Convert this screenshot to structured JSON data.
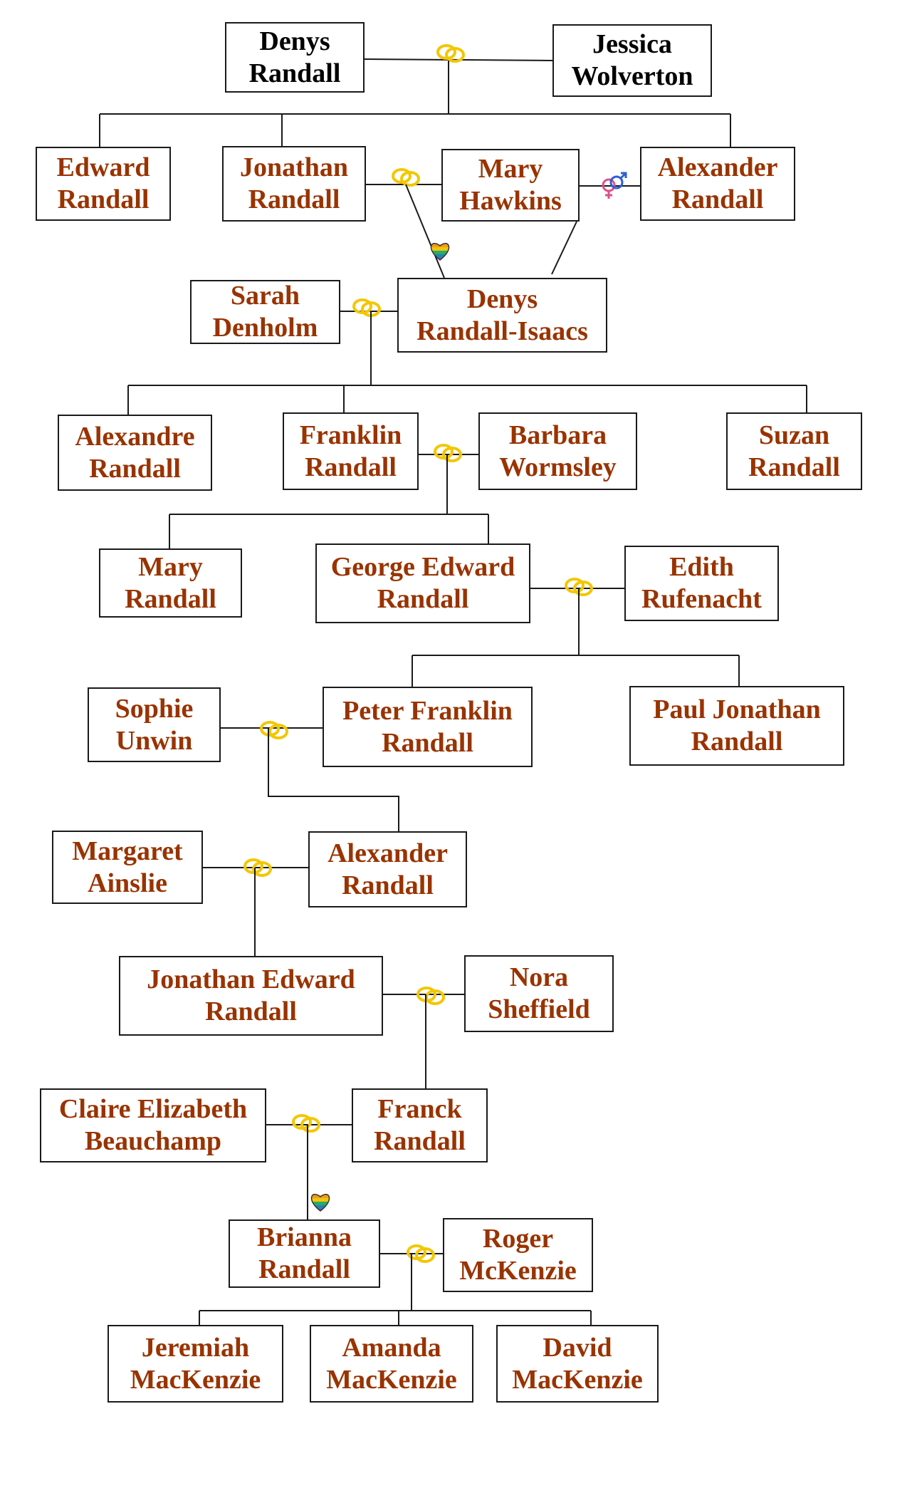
{
  "people": [
    {
      "id": "denys",
      "line1": "Denys",
      "line2": "Randall"
    },
    {
      "id": "jessica",
      "line1": "Jessica",
      "line2": "Wolverton"
    },
    {
      "id": "edward",
      "line1": "Edward",
      "line2": "Randall"
    },
    {
      "id": "jonathan",
      "line1": "Jonathan",
      "line2": "Randall"
    },
    {
      "id": "mary-h",
      "line1": "Mary",
      "line2": "Hawkins"
    },
    {
      "id": "alexander1",
      "line1": "Alexander",
      "line2": "Randall"
    },
    {
      "id": "sarah",
      "line1": "Sarah",
      "line2": "Denholm"
    },
    {
      "id": "denys-ri",
      "line1": "Denys",
      "line2": "Randall-Isaacs"
    },
    {
      "id": "alexandre",
      "line1": "Alexandre",
      "line2": "Randall"
    },
    {
      "id": "franklin",
      "line1": "Franklin",
      "line2": "Randall"
    },
    {
      "id": "barbara",
      "line1": "Barbara",
      "line2": "Wormsley"
    },
    {
      "id": "suzan",
      "line1": "Suzan",
      "line2": "Randall"
    },
    {
      "id": "mary-r",
      "line1": "Mary",
      "line2": "Randall"
    },
    {
      "id": "george",
      "line1": "George Edward",
      "line2": "Randall"
    },
    {
      "id": "edith",
      "line1": "Edith",
      "line2": "Rufenacht"
    },
    {
      "id": "sophie",
      "line1": "Sophie",
      "line2": "Unwin"
    },
    {
      "id": "peter",
      "line1": "Peter Franklin",
      "line2": "Randall"
    },
    {
      "id": "paul",
      "line1": "Paul Jonathan",
      "line2": "Randall"
    },
    {
      "id": "margaret",
      "line1": "Margaret",
      "line2": "Ainslie"
    },
    {
      "id": "alexander2",
      "line1": "Alexander",
      "line2": "Randall"
    },
    {
      "id": "jonathan-e",
      "line1": "Jonathan Edward",
      "line2": "Randall"
    },
    {
      "id": "nora",
      "line1": "Nora",
      "line2": "Sheffield"
    },
    {
      "id": "claire",
      "line1": "Claire Elizabeth",
      "line2": "Beauchamp"
    },
    {
      "id": "franck",
      "line1": "Franck",
      "line2": "Randall"
    },
    {
      "id": "brianna",
      "line1": "Brianna",
      "line2": "Randall"
    },
    {
      "id": "roger",
      "line1": "Roger",
      "line2": "McKenzie"
    },
    {
      "id": "jeremiah",
      "line1": "Jeremiah",
      "line2": "MacKenzie"
    },
    {
      "id": "amanda",
      "line1": "Amanda",
      "line2": "MacKenzie"
    },
    {
      "id": "david",
      "line1": "David",
      "line2": "MacKenzie"
    }
  ],
  "icons": {
    "marriage": "wedding-rings-icon",
    "relationship": "gender-symbols-icon",
    "biological": "rainbow-heart-icon"
  },
  "colors": {
    "name_text": "#993300",
    "root_text": "#000000",
    "box_border": "#1a1a1a",
    "line": "#1a1a1a",
    "ring": "#f2c700"
  }
}
